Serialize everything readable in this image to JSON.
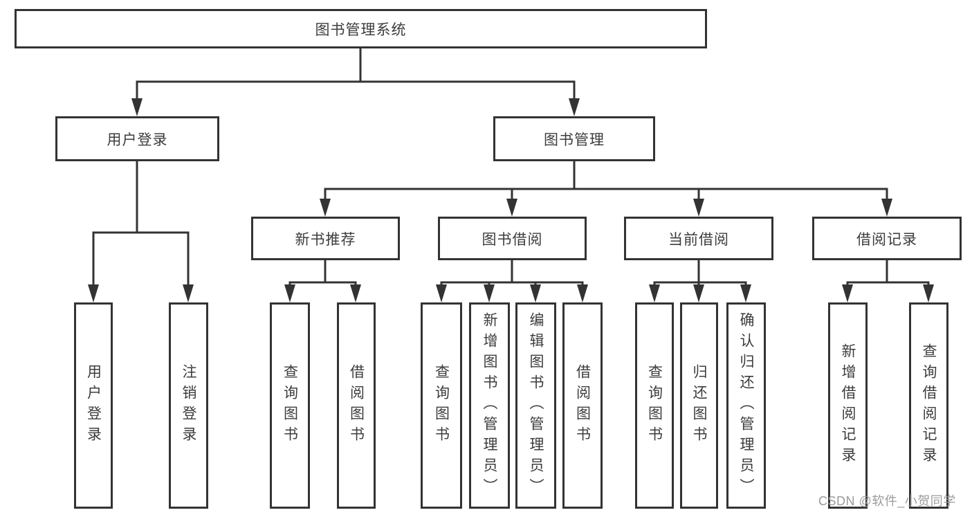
{
  "diagram": {
    "root": {
      "label": "图书管理系统",
      "children": [
        {
          "label": "用户登录",
          "children": [
            {
              "label": "用户登录"
            },
            {
              "label": "注销登录"
            }
          ]
        },
        {
          "label": "图书管理",
          "children": [
            {
              "label": "新书推荐",
              "children": [
                {
                  "label": "查询图书"
                },
                {
                  "label": "借阅图书"
                }
              ]
            },
            {
              "label": "图书借阅",
              "children": [
                {
                  "label": "查询图书"
                },
                {
                  "label": "新增图书（管理员）"
                },
                {
                  "label": "编辑图书（管理员）"
                },
                {
                  "label": "借阅图书"
                }
              ]
            },
            {
              "label": "当前借阅",
              "children": [
                {
                  "label": "查询图书"
                },
                {
                  "label": "归还图书"
                },
                {
                  "label": "确认归还（管理员）"
                }
              ]
            },
            {
              "label": "借阅记录",
              "children": [
                {
                  "label": "新增借阅记录"
                },
                {
                  "label": "查询借阅记录"
                }
              ]
            }
          ]
        }
      ]
    }
  },
  "watermark": {
    "text": "CSDN @软件_小贺同学"
  },
  "colors": {
    "line": "#333333",
    "box_border": "#333333",
    "text": "#3c3c3c",
    "watermark": "#9b9b9b",
    "background": "#ffffff"
  }
}
